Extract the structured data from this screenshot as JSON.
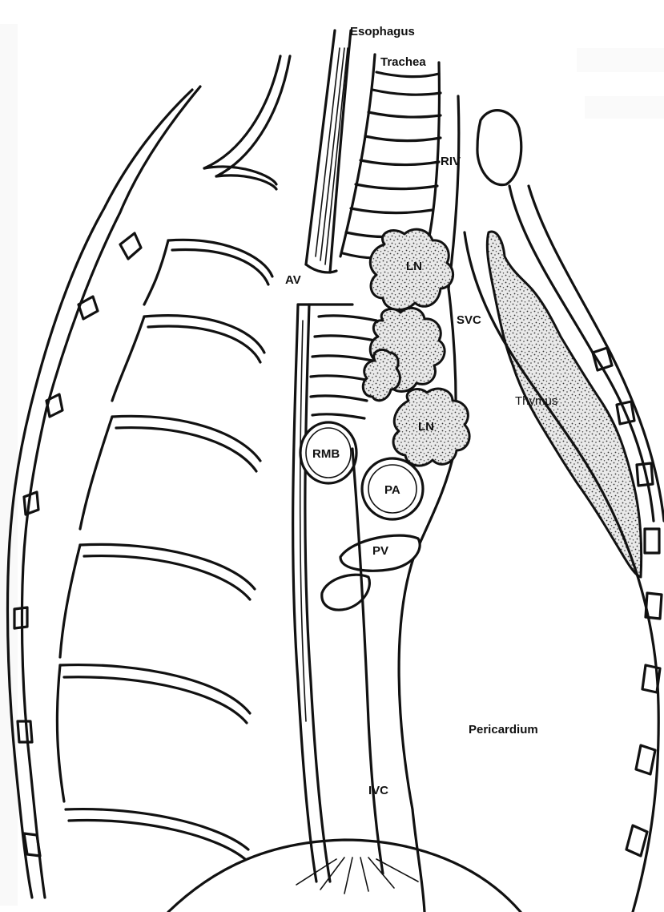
{
  "labels": {
    "esophagus": "Esophagus",
    "trachea": "Trachea",
    "riv": "RIV",
    "av": "AV",
    "ln_upper": "LN",
    "svc": "SVC",
    "ln_lower": "LN",
    "thymus": "Thymus",
    "rmb": "RMB",
    "pa": "PA",
    "pv": "PV",
    "ivc": "IVC",
    "pericardium": "Pericardium"
  },
  "colors": {
    "line": "#111111",
    "background": "#ffffff",
    "bleed_text": "#c9c9c9"
  }
}
